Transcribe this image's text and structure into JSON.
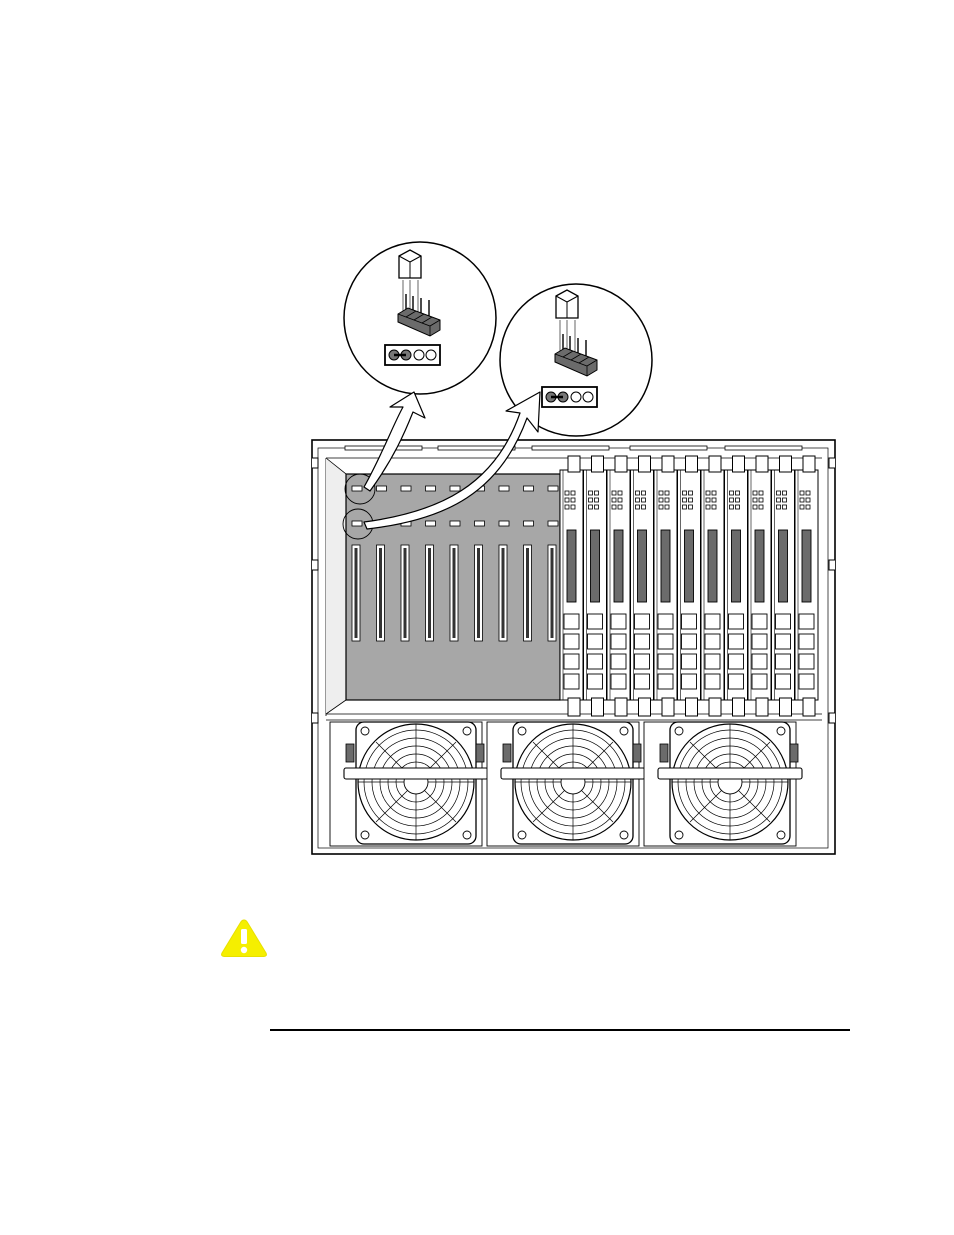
{
  "figure": {
    "jumpers": [
      {
        "name": "upper-jumper",
        "pins": 4,
        "shorted_pins": [
          1,
          2
        ]
      },
      {
        "name": "lower-jumper",
        "pins": 4,
        "shorted_pins": [
          1,
          2
        ]
      }
    ],
    "card_slots": {
      "empty": 9,
      "populated": 11
    },
    "fans": 3
  },
  "warning": {
    "icon": "warning-triangle-icon",
    "color": "#f5ef00"
  },
  "colors": {
    "chassis_fill": "#a7a7a7",
    "jumper_block": "#6b6b6b",
    "line": "#000000"
  }
}
